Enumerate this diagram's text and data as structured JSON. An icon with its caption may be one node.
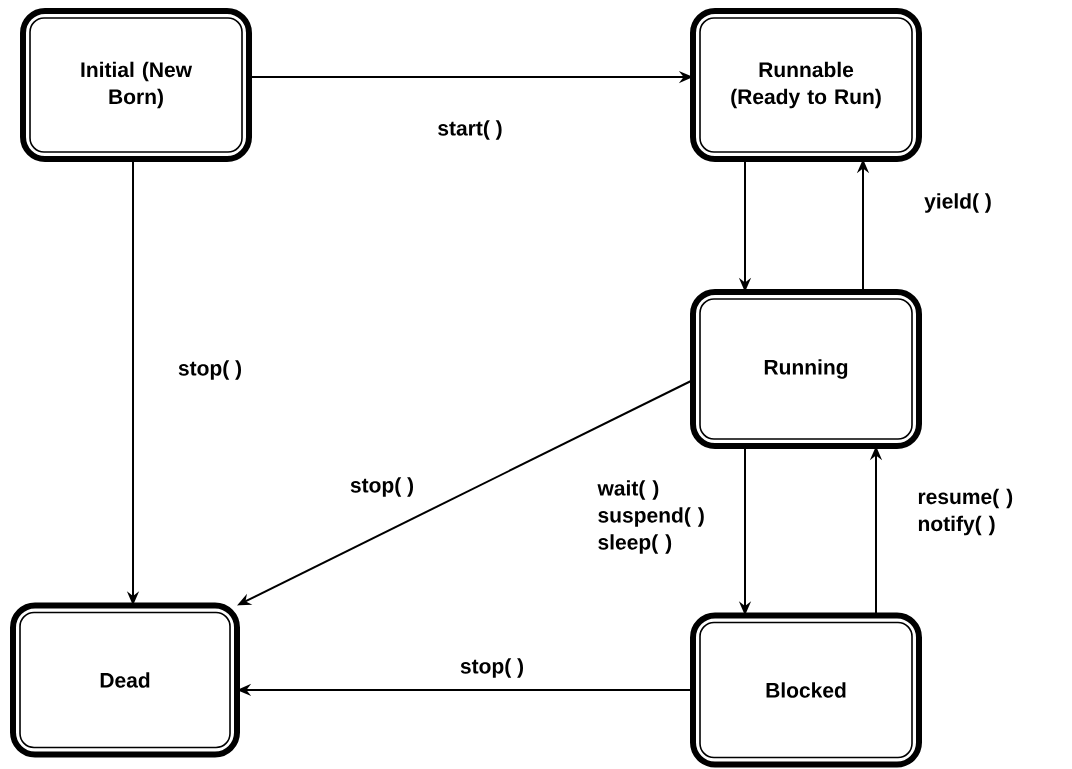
{
  "diagram": {
    "nodes": [
      {
        "text": [
          "Initial (New Born)"
        ]
      },
      {
        "text": [
          "Runnable (Ready to Run)"
        ]
      },
      {
        "text": [
          "Running"
        ]
      },
      {
        "text": [
          "Dead"
        ]
      },
      {
        "text": [
          "Blocked"
        ]
      }
    ],
    "edges": [
      {
        "from": 0,
        "to": 1,
        "arrow": "to",
        "label": "start( )"
      },
      {
        "from": 0,
        "to": 3,
        "arrow": "to",
        "label": "stop( )"
      },
      {
        "from": 1,
        "to": 2,
        "arrow": "to"
      },
      {
        "from": 2,
        "to": 1,
        "arrow": "to",
        "label": "yield( )"
      },
      {
        "from": 2,
        "to": 3,
        "arrow": "to",
        "label": "stop( )"
      },
      {
        "from": 2,
        "to": 4,
        "arrow": "to",
        "label": "wait( ) suspend( ) sleep( )"
      },
      {
        "from": 4,
        "to": 2,
        "arrow": "to",
        "label": "resume( ) notify( )"
      },
      {
        "from": 4,
        "to": 3,
        "arrow": "to",
        "label": "stop( )"
      }
    ]
  }
}
